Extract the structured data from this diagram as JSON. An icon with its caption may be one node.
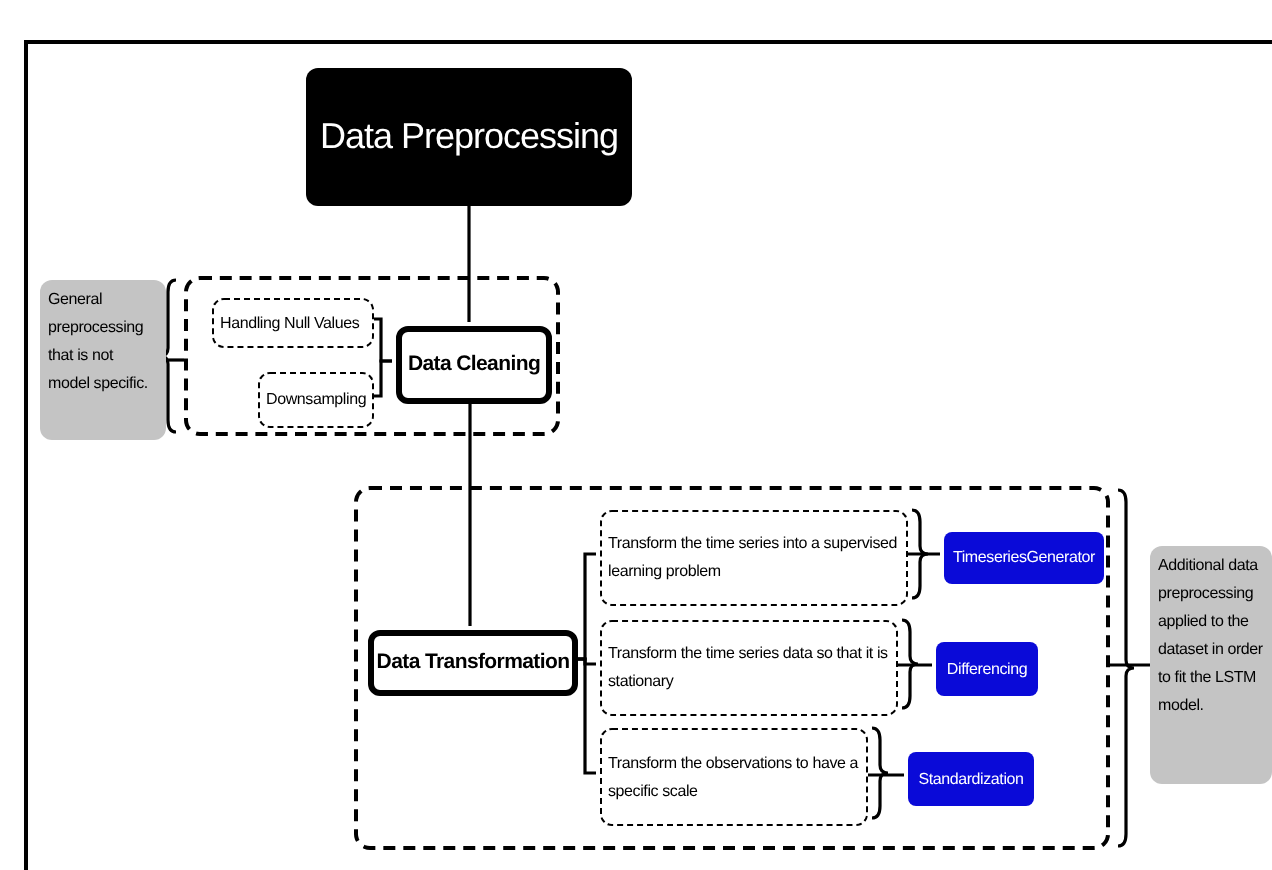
{
  "diagram": {
    "nodes": [
      {
        "text": [
          "Data Preprocessing"
        ]
      },
      {
        "text": [],
        "shape": "box"
      },
      {
        "text": [
          "Handling Null Values"
        ],
        "in": 1
      },
      {
        "text": [
          "Downsampling"
        ],
        "in": 1
      },
      {
        "text": [
          "Data Cleaning"
        ],
        "in": 1
      },
      {
        "text": [
          "General preprocessing that is not model specific."
        ]
      },
      {
        "text": [],
        "shape": "box"
      },
      {
        "text": [
          "Data Transformation"
        ],
        "in": 6
      },
      {
        "text": [
          "Transform the time series into a supervised learning problem"
        ],
        "in": 6
      },
      {
        "text": [
          "Transform the time series data so that it is stationary"
        ],
        "in": 6
      },
      {
        "text": [
          "Transform the observations to have a specific scale"
        ],
        "in": 6
      },
      {
        "text": [
          "TimeseriesGenerator"
        ],
        "in": 6
      },
      {
        "text": [
          "Differencing"
        ],
        "in": 6
      },
      {
        "text": [
          "Standardization"
        ],
        "in": 6
      },
      {
        "text": [
          "Additional data preprocessing applied to the dataset in order to fit the LSTM model."
        ]
      }
    ],
    "edges": [
      {
        "from": 0,
        "to": 4,
        "arrow": "none"
      },
      {
        "from": 4,
        "to": 2,
        "arrow": "none"
      },
      {
        "from": 4,
        "to": 3,
        "arrow": "none"
      },
      {
        "from": 1,
        "to": 5,
        "arrow": "none"
      },
      {
        "from": 4,
        "to": 7,
        "arrow": "none"
      },
      {
        "from": 7,
        "to": 8,
        "arrow": "none"
      },
      {
        "from": 7,
        "to": 9,
        "arrow": "none"
      },
      {
        "from": 7,
        "to": 10,
        "arrow": "none"
      },
      {
        "from": 8,
        "to": 11,
        "arrow": "none"
      },
      {
        "from": 9,
        "to": 12,
        "arrow": "none"
      },
      {
        "from": 10,
        "to": 13,
        "arrow": "none"
      },
      {
        "from": 6,
        "to": 14,
        "arrow": "none"
      }
    ]
  }
}
